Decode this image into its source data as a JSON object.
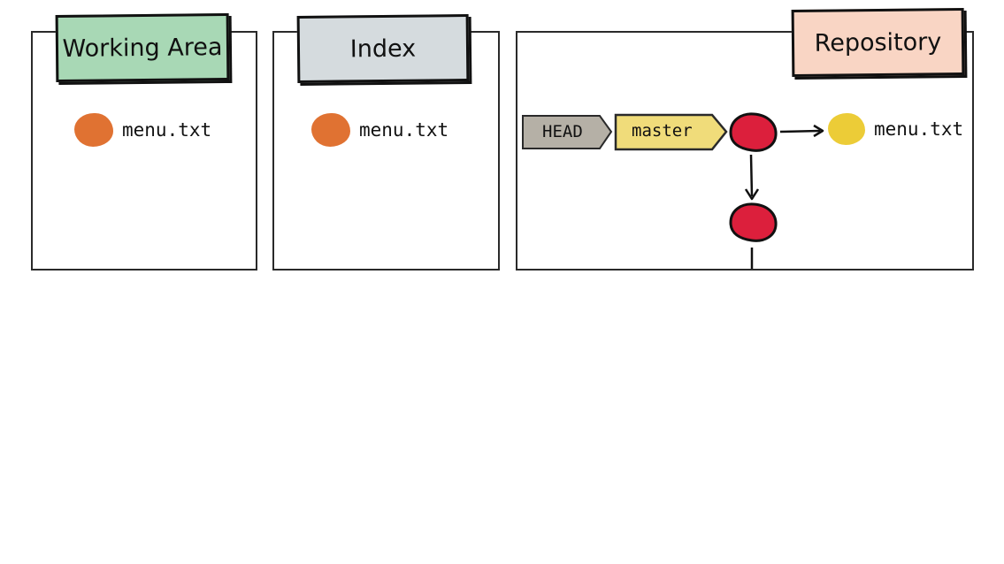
{
  "areas": {
    "working": {
      "title": "Working Area",
      "file": "menu.txt"
    },
    "index": {
      "title": "Index",
      "file": "menu.txt"
    },
    "repository": {
      "title": "Repository",
      "head_label": "HEAD",
      "branch_label": "master",
      "tree_file": "menu.txt"
    }
  },
  "colors": {
    "working_label_bg": "#a8d8b5",
    "index_label_bg": "#d5dbde",
    "repository_label_bg": "#f9d5c4",
    "file_blob": "#e07232",
    "commit": "#dc1f3c",
    "tree_blob": "#eccc37",
    "head_tag": "#b5b0a6",
    "branch_tag": "#f0dc7a"
  }
}
